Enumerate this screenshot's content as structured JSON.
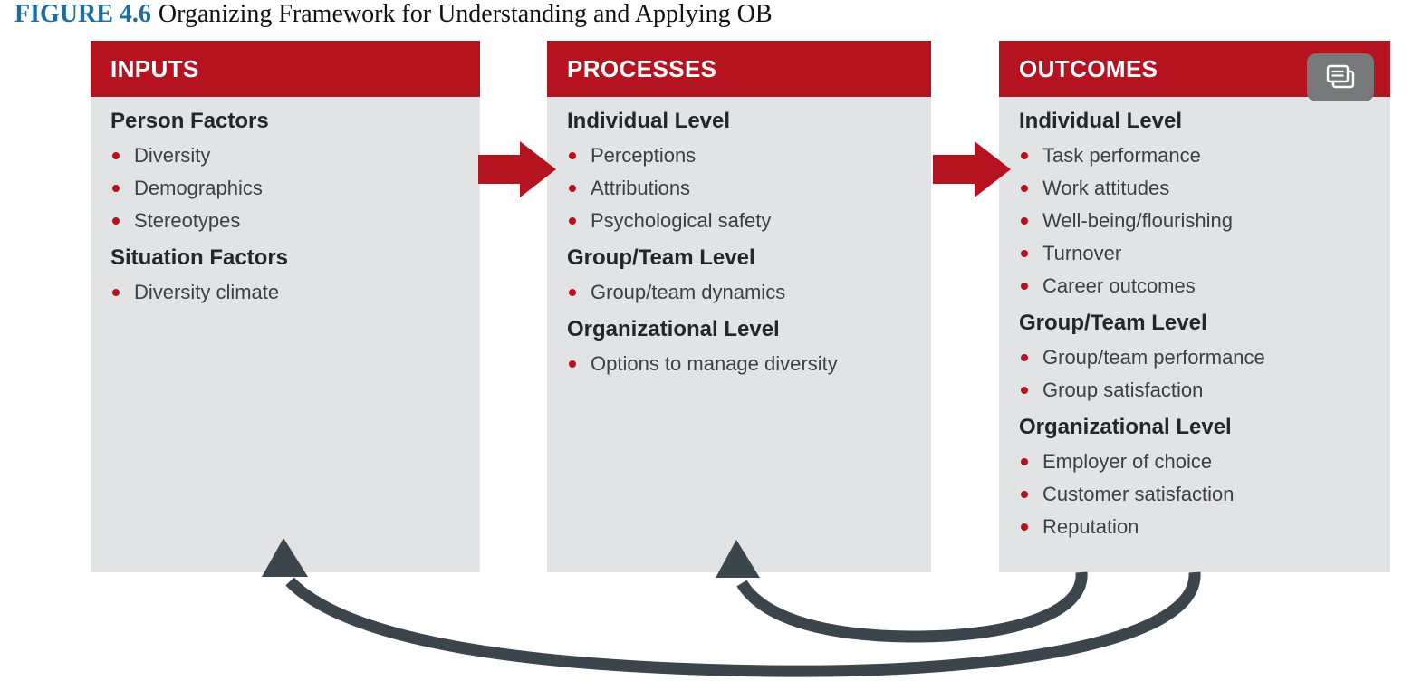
{
  "figure": {
    "label": "FIGURE 4.6",
    "caption": "Organizing Framework for Understanding and Applying OB"
  },
  "colors": {
    "accent_red": "#b5131f",
    "panel_gray": "#e2e3e5",
    "arrow_slate": "#3b454c",
    "title_blue": "#1c6da3",
    "overlay_button_gray": "#77787a",
    "heading_text": "#25252e",
    "bullet_text": "#3f3d47"
  },
  "overlay_button": {
    "icon": "copy-pages-icon"
  },
  "arrows": {
    "flow_1": "inputs-to-processes",
    "flow_2": "processes-to-outcomes",
    "feedback_large": "outcomes-to-inputs",
    "feedback_small": "outcomes-to-processes"
  },
  "columns": [
    {
      "header": "INPUTS",
      "sections": [
        {
          "heading": "Person Factors",
          "items": [
            "Diversity",
            "Demographics",
            "Stereotypes"
          ]
        },
        {
          "heading": "Situation Factors",
          "items": [
            "Diversity climate"
          ]
        }
      ]
    },
    {
      "header": "PROCESSES",
      "sections": [
        {
          "heading": "Individual Level",
          "items": [
            "Perceptions",
            "Attributions",
            "Psychological safety"
          ]
        },
        {
          "heading": "Group/Team Level",
          "items": [
            "Group/team dynamics"
          ]
        },
        {
          "heading": "Organizational Level",
          "items": [
            "Options to manage diversity"
          ]
        }
      ]
    },
    {
      "header": "OUTCOMES",
      "sections": [
        {
          "heading": "Individual Level",
          "items": [
            "Task performance",
            "Work attitudes",
            "Well-being/flourishing",
            "Turnover",
            "Career outcomes"
          ]
        },
        {
          "heading": "Group/Team Level",
          "items": [
            "Group/team performance",
            "Group satisfaction"
          ]
        },
        {
          "heading": "Organizational Level",
          "items": [
            "Employer of choice",
            "Customer satisfaction",
            "Reputation"
          ]
        }
      ]
    }
  ]
}
